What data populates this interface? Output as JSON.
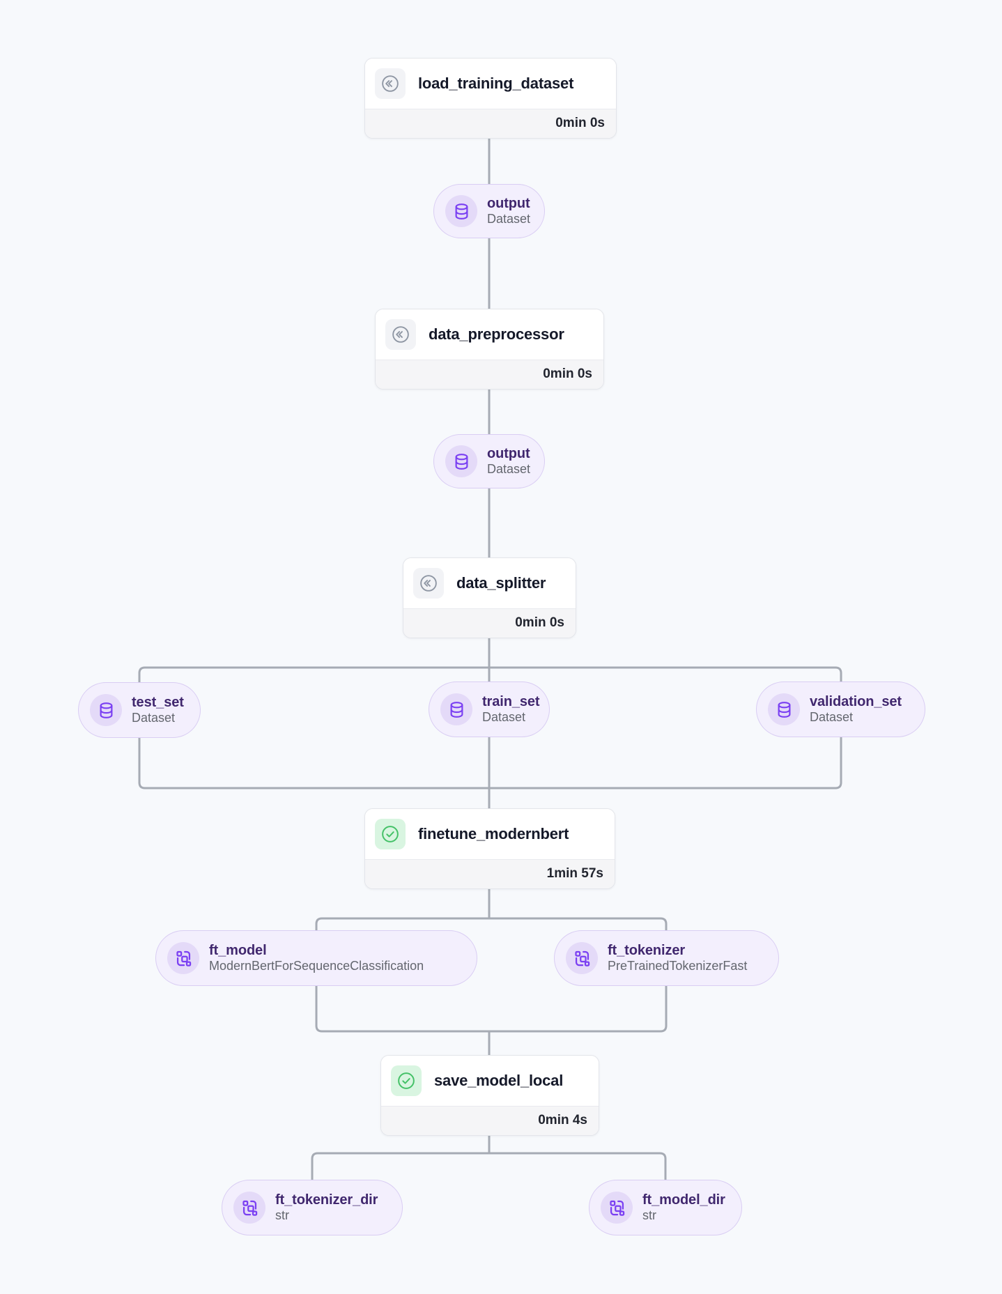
{
  "steps": [
    {
      "title": "load_training_dataset",
      "duration": "0min 0s",
      "status": "cached"
    },
    {
      "title": "data_preprocessor",
      "duration": "0min 0s",
      "status": "cached"
    },
    {
      "title": "data_splitter",
      "duration": "0min 0s",
      "status": "cached"
    },
    {
      "title": "finetune_modernbert",
      "duration": "1min 57s",
      "status": "completed"
    },
    {
      "title": "save_model_local",
      "duration": "0min 4s",
      "status": "completed"
    }
  ],
  "artifacts": [
    {
      "name": "output",
      "type": "Dataset",
      "icon": "database-icon"
    },
    {
      "name": "output",
      "type": "Dataset",
      "icon": "database-icon"
    },
    {
      "name": "test_set",
      "type": "Dataset",
      "icon": "database-icon"
    },
    {
      "name": "train_set",
      "type": "Dataset",
      "icon": "database-icon"
    },
    {
      "name": "validation_set",
      "type": "Dataset",
      "icon": "database-icon"
    },
    {
      "name": "ft_model",
      "type": "ModernBertForSequenceClassification",
      "icon": "model-icon"
    },
    {
      "name": "ft_tokenizer",
      "type": "PreTrainedTokenizerFast",
      "icon": "model-icon"
    },
    {
      "name": "ft_tokenizer_dir",
      "type": "str",
      "icon": "model-icon"
    },
    {
      "name": "ft_model_dir",
      "type": "str",
      "icon": "model-icon"
    }
  ],
  "colors": {
    "accent_purple": "#7a3ff2",
    "pill_background": "#f3effd",
    "pill_border": "#d9cdf3",
    "pill_title": "#40276e",
    "success_green": "#44c167",
    "cached_gray": "#8e96a3",
    "edge_gray": "#a6abb4",
    "canvas_background": "#f7f9fc"
  }
}
